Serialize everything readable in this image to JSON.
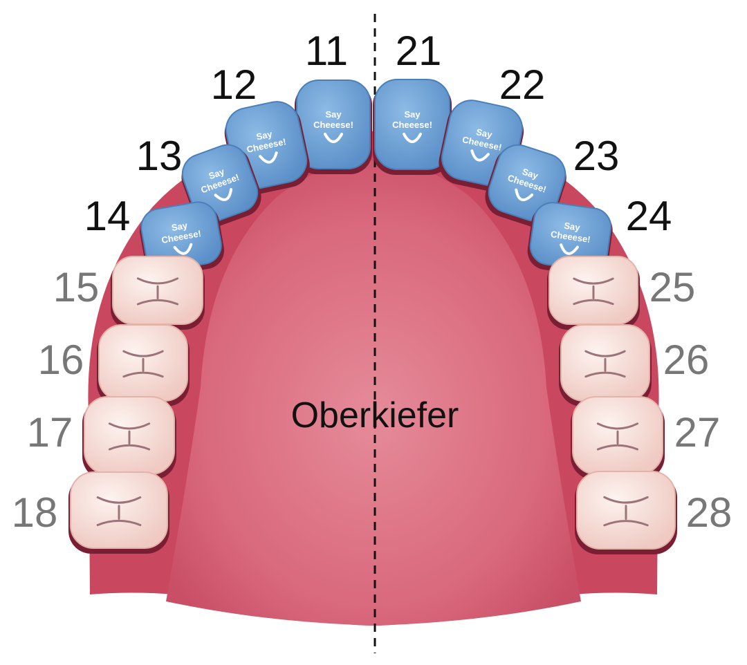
{
  "title": "Oberkiefer",
  "veneer_text": {
    "line1": "Say",
    "line2": "Cheeese!"
  },
  "colors": {
    "gum": "#c9485f",
    "gum_dark": "#a8304a",
    "palate": "#dd6f82",
    "palate_light": "#e48a98",
    "veneer": "#6fa3d6",
    "veneer_dark": "#4a80b8",
    "natural_tooth": "#f6dcd6",
    "number_veneer": "#111111",
    "number_natural": "#777777",
    "midline": "#111111"
  },
  "teeth": [
    {
      "number": "11",
      "type": "veneer"
    },
    {
      "number": "12",
      "type": "veneer"
    },
    {
      "number": "13",
      "type": "veneer"
    },
    {
      "number": "14",
      "type": "veneer"
    },
    {
      "number": "15",
      "type": "natural"
    },
    {
      "number": "16",
      "type": "natural"
    },
    {
      "number": "17",
      "type": "natural"
    },
    {
      "number": "18",
      "type": "natural"
    },
    {
      "number": "21",
      "type": "veneer"
    },
    {
      "number": "22",
      "type": "veneer"
    },
    {
      "number": "23",
      "type": "veneer"
    },
    {
      "number": "24",
      "type": "veneer"
    },
    {
      "number": "25",
      "type": "natural"
    },
    {
      "number": "26",
      "type": "natural"
    },
    {
      "number": "27",
      "type": "natural"
    },
    {
      "number": "28",
      "type": "natural"
    }
  ]
}
